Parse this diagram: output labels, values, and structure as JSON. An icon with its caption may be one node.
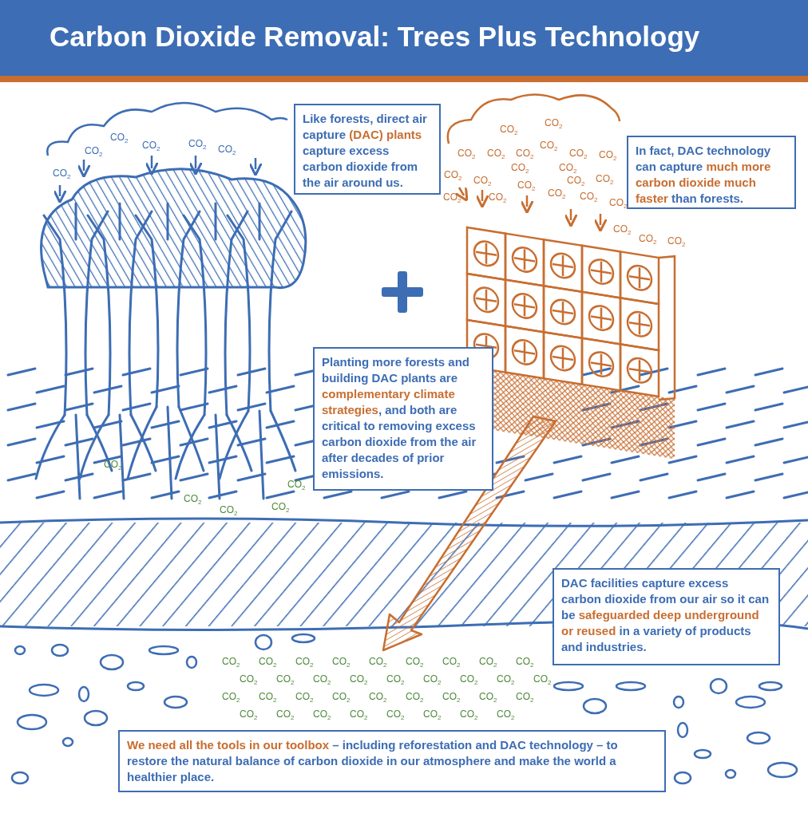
{
  "diagram": {
    "title": "Carbon Dioxide Removal: Trees Plus Technology",
    "nodes": [
      {
        "text": [
          "Like forests, direct air capture *(DAC) plants* capture excess carbon dioxide from the air around us."
        ]
      },
      {
        "text": [
          "In fact, DAC technology can capture *much more carbon dioxide much faster* than forests."
        ]
      },
      {
        "text": [
          "Planting more forests and building DAC plants are *complementary climate strategies*, and both are critical to removing excess carbon dioxide from the air after decades of prior emissions."
        ]
      },
      {
        "text": [
          "DAC facilities capture excess carbon dioxide from our air so it can be *safeguarded deep underground or reused* in a variety of products and industries."
        ]
      },
      {
        "text": [
          "*We need all the tools in our toolbox* – including reforestation and DAC technology – to restore the natural balance of carbon dioxide in our atmosphere and make the world a healthier place."
        ]
      }
    ],
    "labels": [
      "CO$_{2}$",
      "CO$_{2}$",
      "CO$_{2}$",
      "CO$_{2}$",
      "CO$_{2}$",
      "CO$_{2}$",
      "CO$_{2}$",
      "CO$_{2}$",
      "CO$_{2}$",
      "CO$_{2}$",
      "CO$_{2}$",
      "CO$_{2}$",
      "CO$_{2}$",
      "CO$_{2}$",
      "CO$_{2}$",
      "CO$_{2}$",
      "CO$_{2}$",
      "CO$_{2}$",
      "CO$_{2}$",
      "CO$_{2}$",
      "CO$_{2}$",
      "CO$_{2}$",
      "CO$_{2}$",
      "CO$_{2}$",
      "CO$_{2}$",
      "CO$_{2}$",
      "CO$_{2}$",
      "CO$_{2}$",
      "CO$_{2}$",
      "CO$_{2}$",
      "CO$_{2}$",
      "CO$_{2}$",
      "CO$_{2}$",
      "CO$_{2}$",
      "CO$_{2}$",
      "CO$_{2}$",
      "CO$_{2}$",
      "CO$_{2}$",
      "CO$_{2}$",
      "CO$_{2}$",
      "CO$_{2}$",
      "CO$_{2}$",
      "CO$_{2}$",
      "CO$_{2}$",
      "CO$_{2}$",
      "CO$_{2}$",
      "CO$_{2}$",
      "CO$_{2}$",
      "CO$_{2}$",
      "CO$_{2}$",
      "CO$_{2}$",
      "CO$_{2}$",
      "CO$_{2}$",
      "CO$_{2}$",
      "CO$_{2}$",
      "CO$_{2}$",
      "CO$_{2}$",
      "CO$_{2}$",
      "CO$_{2}$",
      "CO$_{2}$",
      "CO$_{2}$",
      "CO$_{2}$",
      "CO$_{2}$",
      "CO$_{2}$",
      "CO$_{2}$",
      "CO$_{2}$",
      "CO$_{2}$",
      "CO$_{2}$",
      "CO$_{2}$"
    ]
  }
}
